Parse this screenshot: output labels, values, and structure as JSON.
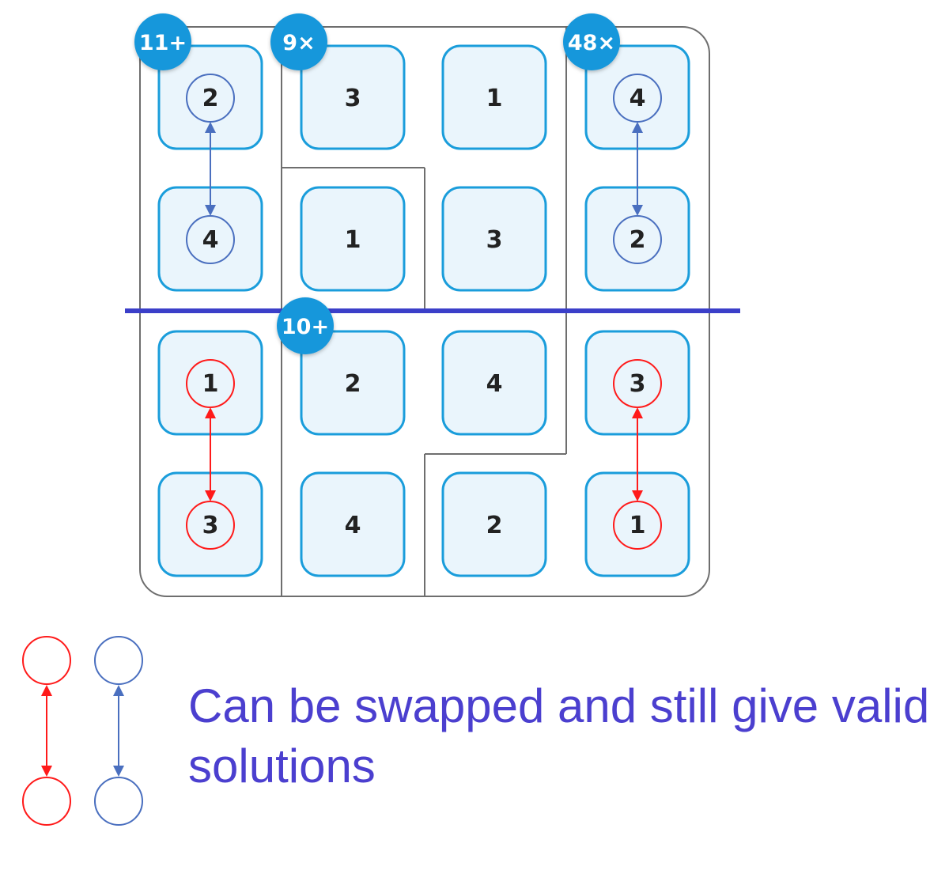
{
  "puzzle": {
    "cages": [
      {
        "label": "11+"
      },
      {
        "label": "9×"
      },
      {
        "label": "48×"
      },
      {
        "label": "10+"
      }
    ],
    "cells": [
      [
        "2",
        "3",
        "1",
        "4"
      ],
      [
        "4",
        "1",
        "3",
        "2"
      ],
      [
        "1",
        "2",
        "4",
        "3"
      ],
      [
        "3",
        "4",
        "2",
        "1"
      ]
    ],
    "swap_pairs": [
      {
        "color": "blue",
        "from": [
          0,
          0
        ],
        "to": [
          1,
          0
        ]
      },
      {
        "color": "blue",
        "from": [
          0,
          3
        ],
        "to": [
          1,
          3
        ]
      },
      {
        "color": "red",
        "from": [
          2,
          0
        ],
        "to": [
          3,
          0
        ]
      },
      {
        "color": "red",
        "from": [
          2,
          3
        ],
        "to": [
          3,
          3
        ]
      }
    ],
    "divider_color": "#3b3fc9"
  },
  "legend": {
    "text": "Can be swapped and still give valid solutions"
  },
  "colors": {
    "cell_fill": "#eaf5fc",
    "cell_border": "#1a9ddb",
    "badge_fill": "#1597db",
    "badge_text": "#ffffff",
    "cage_line": "#6e6e6e",
    "digit": "#222222",
    "red": "#ff1a1a",
    "blue": "#4a6fbf",
    "legend_text": "#4b3fcf"
  }
}
